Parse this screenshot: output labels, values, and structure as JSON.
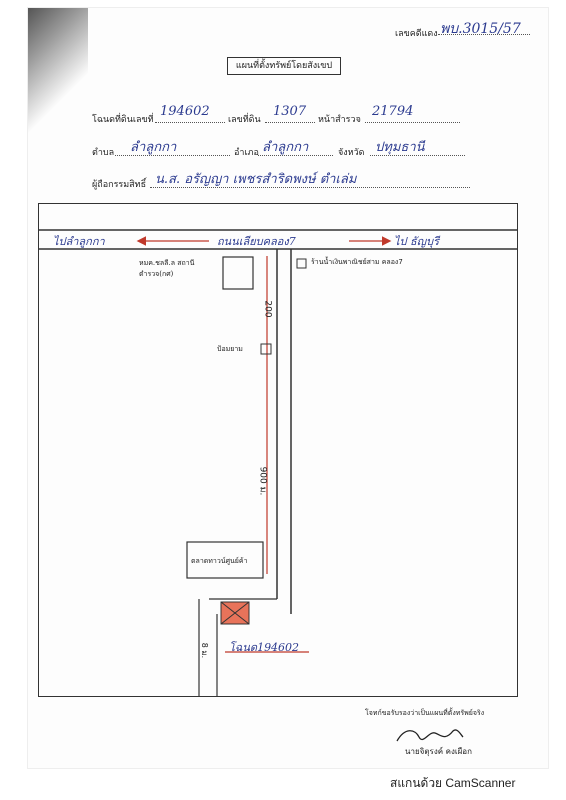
{
  "header": {
    "ref_label": "เลขคดีแดง",
    "ref_value": "พบ.3015/57",
    "title": "แผนที่ตั้งทรัพย์โดยสังเขป"
  },
  "fields": {
    "deed_label": "โฉนดที่ดินเลขที่",
    "deed_value": "194602",
    "land_no_label": "เลขที่ดิน",
    "land_no_value": "1307",
    "survey_label": "หน้าสำรวจ",
    "survey_value": "21794",
    "subdistrict_label": "ตำบล",
    "subdistrict_value": "ลำลูกกา",
    "district_label": "อำเภอ",
    "district_value": "ลำลูกกา",
    "province_label": "จังหวัด",
    "province_value": "ปทุมธานี",
    "owner_label": "ผู้ถือกรรมสิทธิ์",
    "owner_value": "น.ส. อรัญญา     เพชรสำริดพงษ์ ตำเล่ม"
  },
  "map": {
    "left_dest": "ไปลำลูกกา",
    "road_name": "ถนนเลียบคลอง7",
    "right_dest": "ไป ธัญบุรี",
    "police_box": "หมค.ชลลี.ล สถานีตำรวจ(กศ)",
    "shop_label": "ร้านน้ำเงินพาณิชย์สาม คลอง7",
    "distance_1": "200",
    "junction_label": "ป้อมยาม",
    "distance_2": "900 ม.",
    "market_label": "ตลาดทาวน์ศูนย์ค้า",
    "side_road": "8 ม.",
    "plot_label": "โฉนด194602"
  },
  "footer": {
    "certify": "โจทก์ขอรับรองว่าเป็นแผนที่ตั้งทรัพย์จริง",
    "signer": "นายจิตุรงค์ คงเผือก",
    "scanner": "สแกนด้วย CamScanner"
  },
  "colors": {
    "ink": "#2b3a8f",
    "arrow": "#c0392b",
    "plot_fill": "#e8735a"
  }
}
